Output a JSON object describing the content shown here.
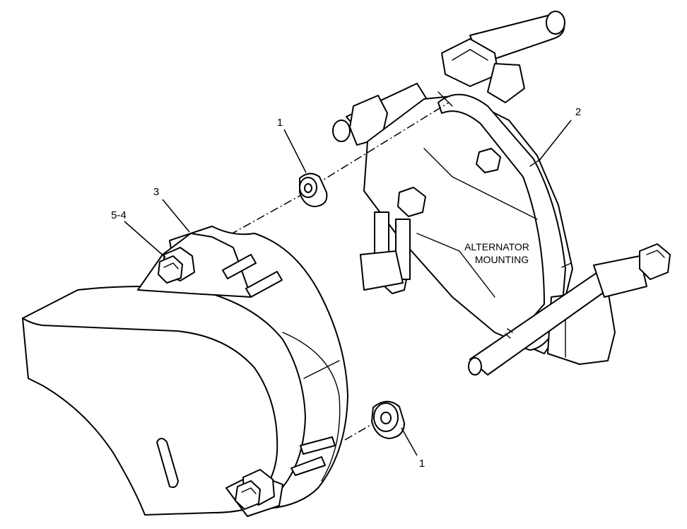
{
  "callouts": {
    "c1_top": "1",
    "c2": "2",
    "c3": "3",
    "c5_4": "5-4",
    "c1_bottom": "1"
  },
  "note": {
    "line1": "ALTERNATOR",
    "line2": "MOUNTING"
  }
}
